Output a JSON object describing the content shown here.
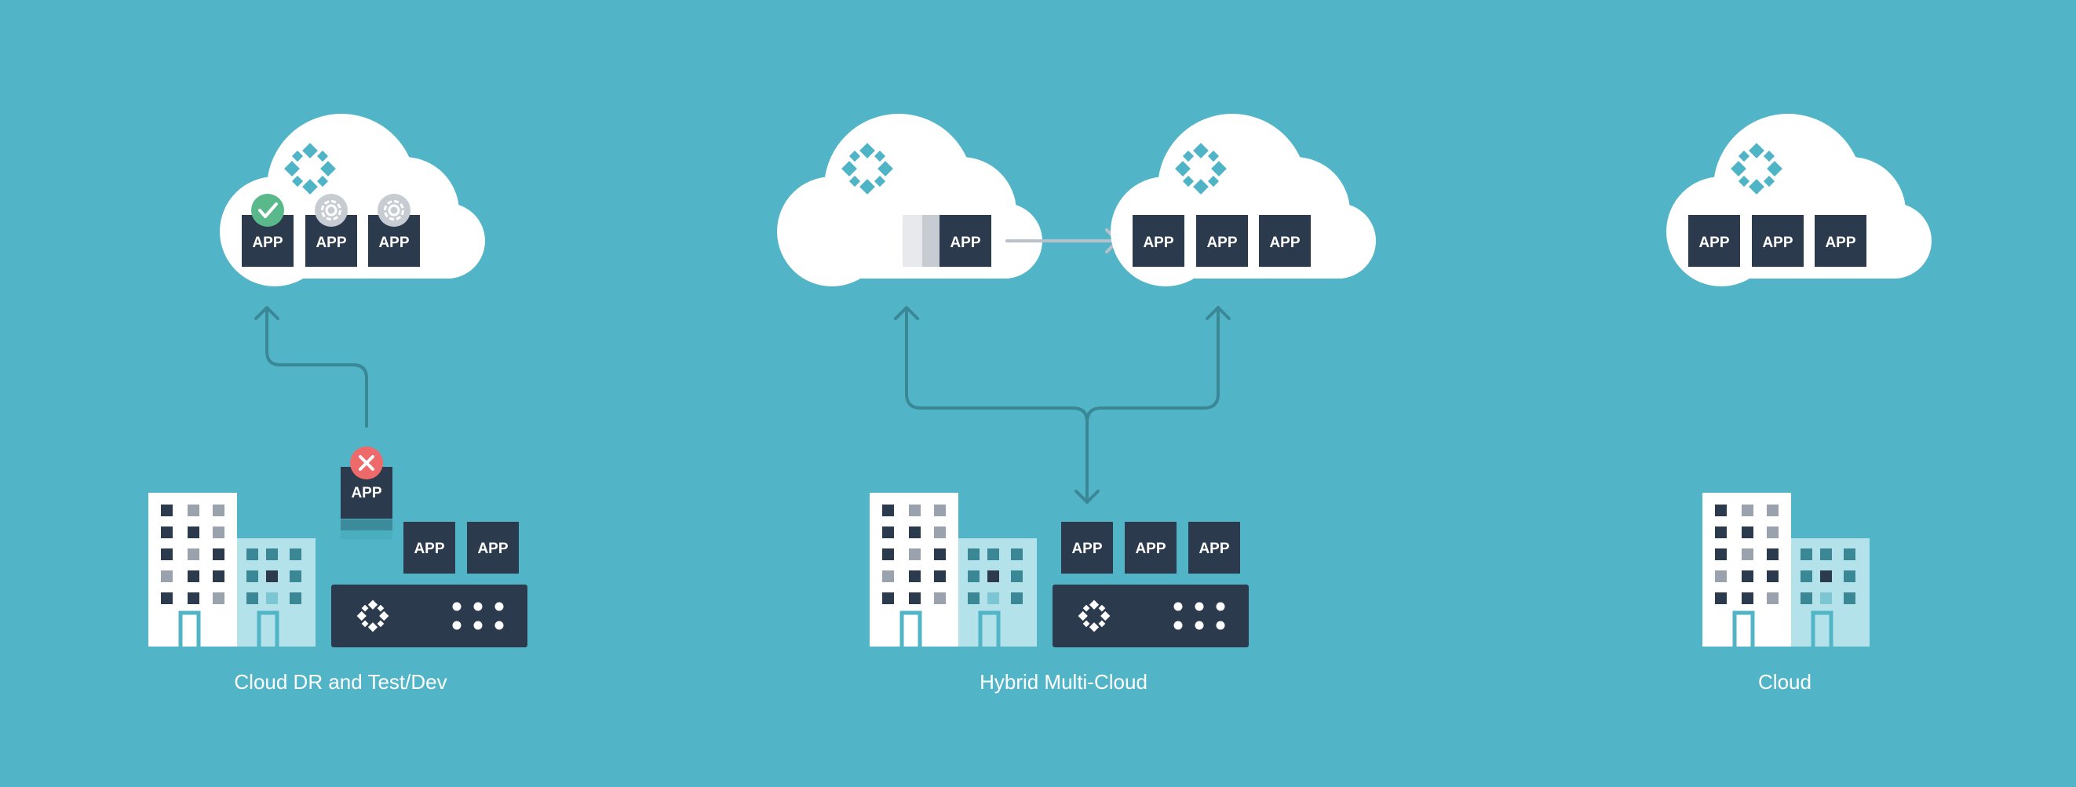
{
  "colors": {
    "background": "#52b5c7",
    "cloud": "#ffffff",
    "app_box": "#2c3a4e",
    "accent": "#4fb4c6",
    "arrow": "#3a8796",
    "success": "#5ab98a",
    "error": "#ee6a6a",
    "gear": "#c7ccd3",
    "server": "#2c3a4e",
    "building_front": "#ffffff",
    "building_back": "#b3e2ea"
  },
  "app_label": "APP",
  "scenarios": [
    {
      "caption": "Cloud DR and Test/Dev",
      "cloud_apps": [
        {
          "label": "APP",
          "badge": "success-check"
        },
        {
          "label": "APP",
          "badge": "gear"
        },
        {
          "label": "APP",
          "badge": "gear"
        }
      ],
      "failed_app": {
        "label": "APP",
        "badge": "error-x"
      },
      "onprem_apps": [
        "APP",
        "APP"
      ]
    },
    {
      "caption": "Hybrid Multi-Cloud",
      "source_cloud_apps": [
        "APP"
      ],
      "target_cloud_apps": [
        "APP",
        "APP",
        "APP"
      ],
      "onprem_apps": [
        "APP",
        "APP",
        "APP"
      ]
    },
    {
      "caption": "Cloud",
      "cloud_apps": [
        "APP",
        "APP",
        "APP"
      ]
    }
  ]
}
